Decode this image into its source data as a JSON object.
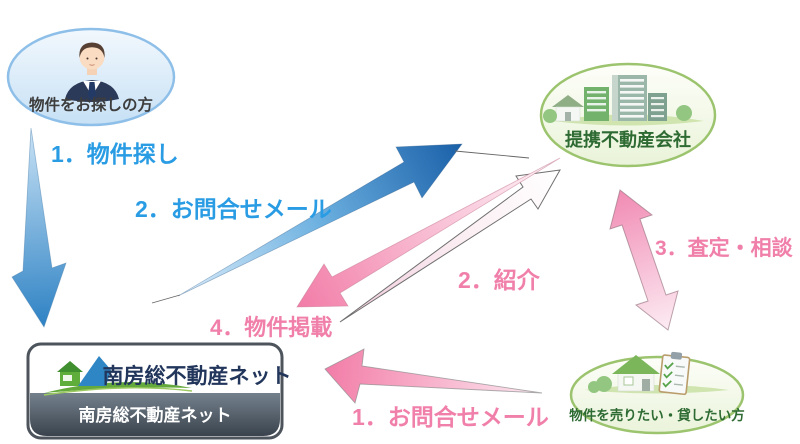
{
  "nodes": {
    "seeker": {
      "label": "物件をお探しの方",
      "icon": "businessman-avatar-icon",
      "border_color": "#8ebfe8",
      "text_color": "#3d3d3d"
    },
    "partner": {
      "label": "提携不動産会社",
      "icon": "office-buildings-icon",
      "border_color": "#9cc46e",
      "text_color": "#2e6b33"
    },
    "owner": {
      "label": "物件を売りたい・貸したい方",
      "icon": "house-checklist-icon",
      "border_color": "#9cc46e",
      "text_color": "#2e6b33"
    },
    "site": {
      "title": "南房総不動産ネット",
      "subtitle": "南房総不動産ネット",
      "icon": "house-logo-icon",
      "title_color": "#22365c",
      "subtitle_color": "#ffffff"
    }
  },
  "arrows": [
    {
      "label": "1．物件探し",
      "from": "物件をお探しの方",
      "to": "南房総不動産ネット",
      "style": "blue",
      "bidirectional": false,
      "label_color": "#2a9ce4"
    },
    {
      "label": "2．お問合せメール",
      "from": "南房総不動産ネット",
      "to": "提携不動産会社",
      "style": "blue",
      "bidirectional": false,
      "label_color": "#2a9ce4"
    },
    {
      "label": "2．紹介",
      "from": "南房総不動産ネット",
      "to": "提携不動産会社",
      "style": "white-pink",
      "bidirectional": false,
      "label_color": "#f07fa9"
    },
    {
      "label": "3．査定・相談",
      "from": "提携不動産会社",
      "to": "物件を売りたい・貸したい方",
      "style": "pink",
      "bidirectional": true,
      "label_color": "#f07fa9"
    },
    {
      "label": "4．物件掲載",
      "from": "提携不動産会社",
      "to": "南房総不動産ネット",
      "style": "pink",
      "bidirectional": false,
      "label_color": "#f07fa9"
    },
    {
      "label": "1．お問合せメール",
      "from": "物件を売りたい・貸したい方",
      "to": "南房総不動産ネット",
      "style": "pink",
      "bidirectional": false,
      "label_color": "#f07fa9"
    }
  ],
  "colors": {
    "background": "#ffffff",
    "blue_label": "#2a9ce4",
    "pink_label": "#f07fa9",
    "blue_arrow_dark": "#1a60a8",
    "blue_arrow_light": "#dcedfa",
    "pink_arrow": "#f27ca7",
    "green_border": "#9cc46e",
    "logo_band": "#3f4954",
    "logo_title": "#22365c"
  }
}
